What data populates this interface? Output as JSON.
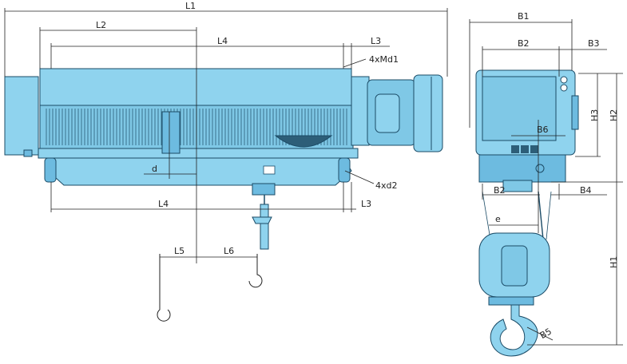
{
  "colors": {
    "body": "#8fd3ee",
    "body_shadow": "#6dbbe0",
    "outline": "#1b4b66",
    "dimension_line": "#222222"
  },
  "labels": {
    "L1": "L1",
    "L2": "L2",
    "L3_top": "L3",
    "L4_top": "L4",
    "Md1": "4xMd1",
    "d": "d",
    "d2": "4xd2",
    "L4_bottom": "L4",
    "L3_bottom": "L3",
    "L5": "L5",
    "L6": "L6",
    "B1": "B1",
    "B2_top": "B2",
    "B3": "B3",
    "H3": "H3",
    "H2": "H2",
    "B6": "B6",
    "B2_bottom": "B2",
    "B4": "B4",
    "e": "e",
    "H1": "H1",
    "B5": "B5"
  }
}
